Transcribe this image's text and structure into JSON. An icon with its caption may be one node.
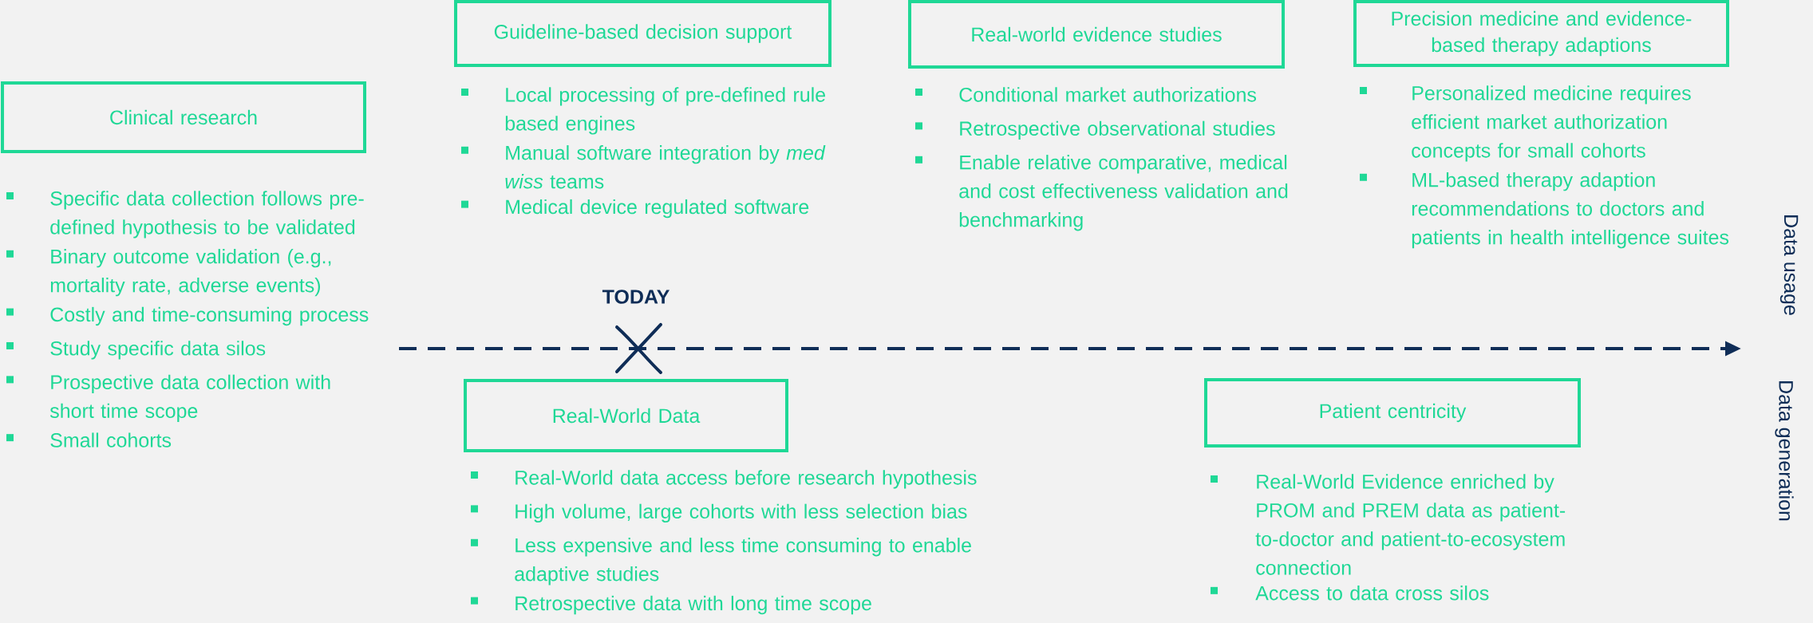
{
  "diagram": {
    "nodes": [
      {
        "text": [
          "Clinical research"
        ],
        "beside": [
          "Specific data collection follows pre-defined hypothesis to be validated",
          "Binary outcome validation (e.g., mortality rate, adverse events)",
          "Costly and time-consuming process",
          "Study specific data silos",
          "Prospective data collection with short time scope",
          "Small cohorts"
        ]
      },
      {
        "text": [
          "Guideline-based decision support"
        ],
        "beside": [
          "Local processing of pre-defined rule based engines",
          "Manual software integration by *med wiss* teams",
          "Medical device regulated software"
        ]
      },
      {
        "text": [
          "Real-world evidence studies"
        ],
        "beside": [
          "Conditional market authorizations",
          "Retrospective observational studies",
          "Enable relative comparative, medical and cost effectiveness validation and benchmarking"
        ]
      },
      {
        "text": [
          "Precision medicine and evidence-based therapy adaptions"
        ],
        "beside": [
          "Personalized medicine requires efficient market authorization concepts for small cohorts",
          "ML-based therapy adaption recommendations to doctors and patients in health intelligence suites"
        ]
      },
      {
        "text": [
          "Real-World Data"
        ],
        "beside": [
          "Real-World data access before research hypothesis",
          "High volume, large cohorts with less selection bias",
          "Less expensive and less time consuming to enable adaptive studies",
          "Retrospective data with long time scope"
        ]
      },
      {
        "text": [
          "Patient centricity"
        ],
        "beside": [
          "Real-World Evidence enriched by PROM and PREM data as patient-to-doctor and patient-to-ecosystem connection",
          "Access to data cross silos"
        ]
      }
    ],
    "labels": [
      "TODAY",
      "Data usage",
      "Data generation"
    ]
  }
}
